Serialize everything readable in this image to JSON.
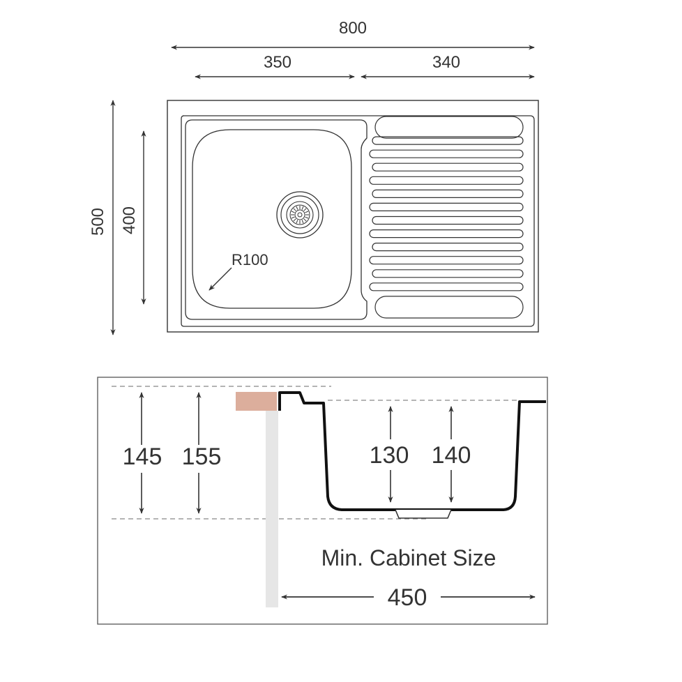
{
  "top_view": {
    "overall_width": "800",
    "bowl_width": "350",
    "drainer_width": "340",
    "overall_depth": "500",
    "bowl_depth": "400",
    "corner_radius": "R100",
    "drainer_rib_count": 14
  },
  "section_view": {
    "total_depth_a": "145",
    "total_depth_b": "155",
    "bowl_depth_a": "130",
    "bowl_depth_b": "140",
    "cabinet_caption": "Min. Cabinet Size",
    "cabinet_width": "450"
  },
  "colors": {
    "line": "#333333",
    "bold_line": "#111111",
    "countertop": "#dcae9c",
    "cabinet_wall": "#e6e6e6",
    "dash": "#888888"
  }
}
